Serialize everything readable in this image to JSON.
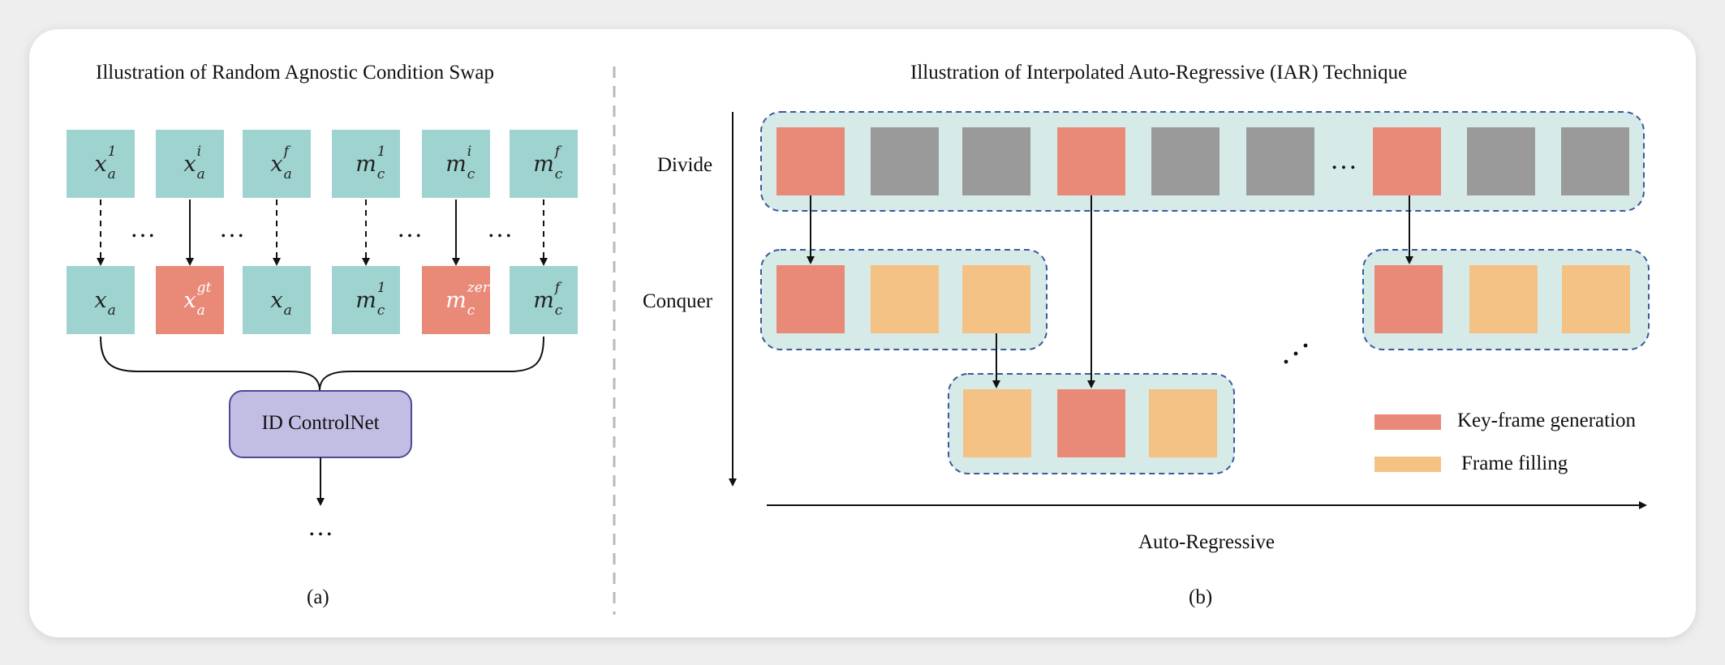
{
  "colors": {
    "panel": "#ffffff",
    "teal": "#9fd3cf",
    "salmon": "#e98a79",
    "gray": "#9a9a9a",
    "orange": "#f3c284",
    "group_fill": "#d6ebe8",
    "group_border": "#3a5a9c",
    "controlnet_fill": "#c2bde3",
    "controlnet_border": "#4b4a97",
    "divider": "#b9b9b9"
  },
  "left": {
    "title": "Illustration of Random Agnostic Condition Swap",
    "top_row": [
      {
        "base": "x",
        "sup": "1",
        "sub": "a"
      },
      {
        "base": "x",
        "sup": "i",
        "sub": "a"
      },
      {
        "base": "x",
        "sup": "f",
        "sub": "a"
      },
      {
        "base": "m",
        "sup": "1",
        "sub": "c"
      },
      {
        "base": "m",
        "sup": "i",
        "sub": "c"
      },
      {
        "base": "m",
        "sup": "f",
        "sub": "c"
      }
    ],
    "bottom_row": [
      {
        "base": "x",
        "sup": "",
        "sub": "a",
        "color": "teal"
      },
      {
        "base": "x",
        "sup": "gt",
        "sub": "a",
        "color": "salmon"
      },
      {
        "base": "x",
        "sup": "",
        "sub": "a",
        "color": "teal"
      },
      {
        "base": "m",
        "sup": "1",
        "sub": "c",
        "color": "teal"
      },
      {
        "base": "m",
        "sup": "zero",
        "sub": "c",
        "color": "salmon"
      },
      {
        "base": "m",
        "sup": "f",
        "sub": "c",
        "color": "teal"
      }
    ],
    "arrow_styles": [
      "dashed",
      "solid",
      "dashed",
      "dashed",
      "solid",
      "dashed"
    ],
    "ellipsis": "…",
    "controlnet_label": "ID ControlNet",
    "caption": "(a)"
  },
  "right": {
    "title": "Illustration of Interpolated Auto-Regressive (IAR) Technique",
    "divide_label": "Divide",
    "conquer_label": "Conquer",
    "axis_label": "Auto-Regressive",
    "ellipsis": "…",
    "divide_row": [
      "salmon",
      "gray",
      "gray",
      "salmon",
      "gray",
      "gray",
      "ellipsis",
      "salmon",
      "gray",
      "gray"
    ],
    "conquer_left": [
      "salmon",
      "orange",
      "orange"
    ],
    "conquer_right": [
      "salmon",
      "orange",
      "orange"
    ],
    "conquer_middle": [
      "orange",
      "salmon",
      "orange"
    ],
    "legend": [
      {
        "label": "Key-frame generation",
        "color": "salmon"
      },
      {
        "label": "Frame filling",
        "color": "orange"
      }
    ],
    "caption": "(b)"
  }
}
